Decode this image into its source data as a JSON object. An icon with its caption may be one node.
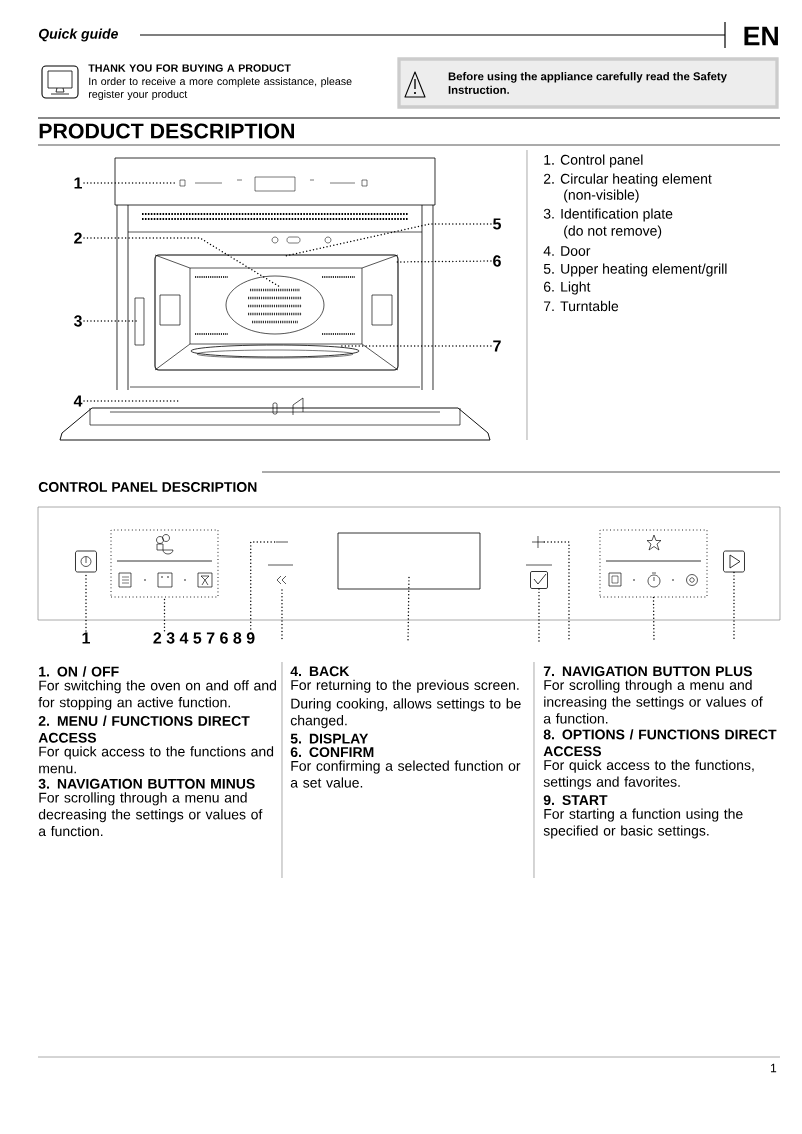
{
  "diagram": {
    "title": "PRODUCT DESCRIPTION",
    "nodes": [
      {
        "text": [
          "Before using the appliance carefully read the Safety Instruction."
        ]
      },
      {
        "text": [
          "1"
        ]
      },
      {
        "text": [
          "2"
        ]
      },
      {
        "text": [
          "3"
        ]
      },
      {
        "text": [
          "4"
        ]
      },
      {
        "text": [
          "5"
        ]
      },
      {
        "text": [
          "6"
        ]
      },
      {
        "text": [
          "7"
        ]
      },
      {
        "text": [],
        "shape": "box"
      },
      {
        "text": [],
        "shape": "box"
      },
      {
        "text": [],
        "shape": "picture"
      },
      {
        "text": [],
        "shape": "picture"
      },
      {
        "text": [],
        "shape": "box"
      },
      {
        "text": [],
        "shape": "box"
      },
      {
        "text": [],
        "shape": "picture"
      },
      {
        "text": [],
        "shape": "box"
      },
      {
        "text": [],
        "shape": "box"
      },
      {
        "text": [
          "1"
        ]
      },
      {
        "text": [
          "2 3 4 5 7 6 8 9"
        ]
      }
    ],
    "edges": [
      {
        "from": 1,
        "to": null,
        "arrow": "none"
      },
      {
        "from": 2,
        "to": null,
        "arrow": "none"
      },
      {
        "from": 3,
        "to": null,
        "arrow": "none"
      },
      {
        "from": 4,
        "to": null,
        "arrow": "none"
      },
      {
        "from": 5,
        "to": null,
        "arrow": "none"
      },
      {
        "from": 6,
        "to": null,
        "arrow": "none"
      },
      {
        "from": 7,
        "to": null,
        "arrow": "none"
      },
      {
        "from": 17,
        "to": 8,
        "arrow": "none"
      },
      {
        "from": 18,
        "to": 9,
        "arrow": "none"
      },
      {
        "from": 10,
        "to": 18,
        "arrow": "none"
      },
      {
        "from": 11,
        "to": null,
        "arrow": "none"
      },
      {
        "from": 12,
        "to": null,
        "arrow": "none"
      },
      {
        "from": 13,
        "to": null,
        "arrow": "none"
      },
      {
        "from": 14,
        "to": null,
        "arrow": "none"
      },
      {
        "from": 15,
        "to": null,
        "arrow": "none"
      },
      {
        "from": 16,
        "to": null,
        "arrow": "none"
      }
    ],
    "labels": [
      "Quick guide",
      "EN",
      "THANK YOU FOR BUYING A PRODUCT",
      "In order to receive a more complete assistance, please register your product",
      "1. Control panel",
      "2. Circular heating element",
      "(non-visible)",
      "3. Identification plate",
      "(do not remove)",
      "4. Door",
      "5. Upper heating element/grill",
      "6. Light",
      "7. Turntable",
      "CONTROL PANEL DESCRIPTION",
      "1. ON / OFF",
      "For switching the oven on and off and for stopping an active function.",
      "2. MENU / FUNCTIONS DIRECT ACCESS",
      "For quick access to the functions and menu.",
      "3. NAVIGATION BUTTON MINUS",
      "For scrolling through a menu and decreasing the settings or values of a function.",
      "4. BACK",
      "For returning to the previous screen.",
      "During cooking, allows settings to be changed.",
      "5. DISPLAY",
      "6. CONFIRM",
      "For confirming a selected function or a set value.",
      "7. NAVIGATION BUTTON PLUS",
      "For scrolling through a menu and increasing the settings or values of a function.",
      "8. OPTIONS / FUNCTIONS DIRECT ACCESS",
      "For quick access to the functions, settings and favorites.",
      "9. START",
      "For starting a function using the specified or basic settings.",
      "1"
    ]
  }
}
